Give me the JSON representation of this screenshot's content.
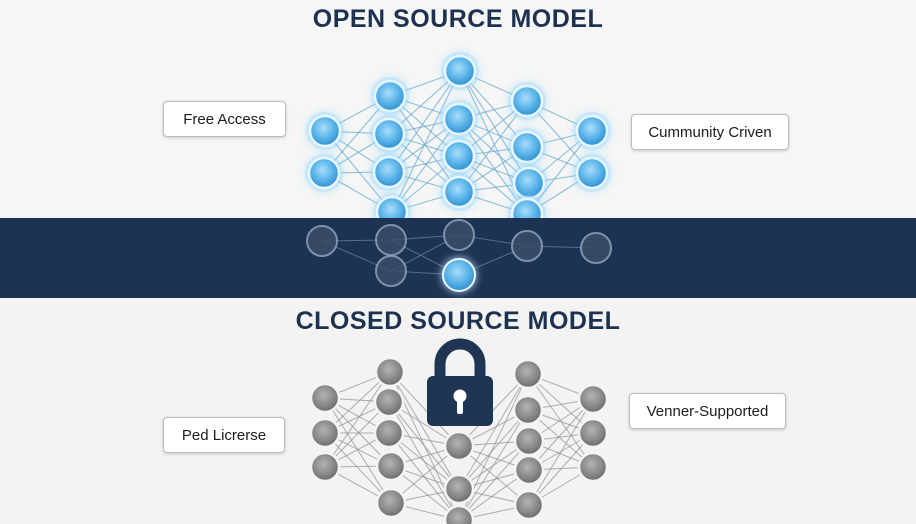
{
  "open_section": {
    "title": "OPEN SOURCE MODEL",
    "labels": {
      "left": "Free Access",
      "right": "Cummunity Crivеn"
    }
  },
  "closed_section": {
    "title": "CLOSED SOURCE MODEL",
    "labels": {
      "left": "Ped Licrerse",
      "right": "Venner-Supported"
    }
  },
  "icons": {
    "open_network": "neural-network-icon",
    "closed_network": "neural-network-icon",
    "lock": "padlock-icon"
  },
  "colors": {
    "background": "#f3f4f3",
    "band": "#1d3354",
    "title": "#1d3250",
    "open_node": "#5db6ea",
    "open_glow": "#8fd3ff",
    "closed_node": "#8a8a8a",
    "lock": "#1f3554"
  }
}
